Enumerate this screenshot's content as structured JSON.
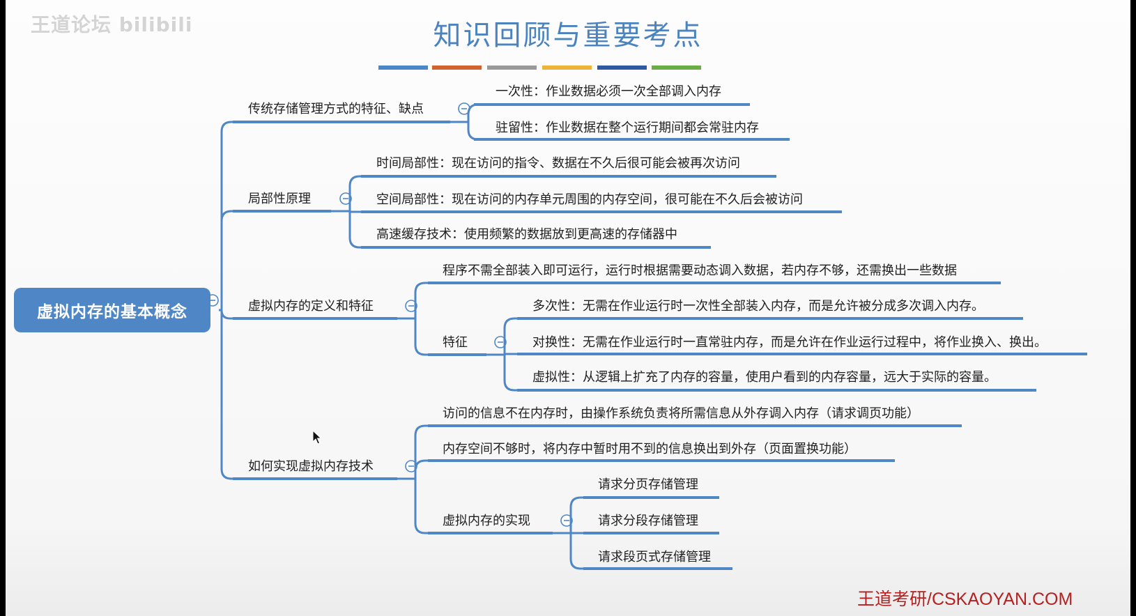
{
  "watermark": "王道论坛 bilibili",
  "title": "知识回顾与重要考点",
  "footer": "王道考研/CSKAOYAN.COM",
  "accent_colors": [
    "#4a86c8",
    "#d1632e",
    "#9a9a9a",
    "#eeb43a",
    "#2f5aa0",
    "#6aad45"
  ],
  "colors": {
    "line": "#4f86c6",
    "root_fill": "#4f86c6",
    "footer": "#b52020"
  },
  "root": "虚拟内存的基本概念",
  "branches": [
    {
      "label": "传统存储管理方式的特征、缺点",
      "children": [
        {
          "label": "一次性：作业数据必须一次全部调入内存"
        },
        {
          "label": "驻留性：作业数据在整个运行期间都会常驻内存"
        }
      ]
    },
    {
      "label": "局部性原理",
      "children": [
        {
          "label": "时间局部性：现在访问的指令、数据在不久后很可能会被再次访问"
        },
        {
          "label": "空间局部性：现在访问的内存单元周围的内存空间，很可能在不久后会被访问"
        },
        {
          "label": "高速缓存技术：使用频繁的数据放到更高速的存储器中"
        }
      ]
    },
    {
      "label": "虚拟内存的定义和特征",
      "children": [
        {
          "label": "程序不需全部装入即可运行，运行时根据需要动态调入数据，若内存不够，还需换出一些数据"
        },
        {
          "label": "特征",
          "children": [
            {
              "label": "多次性：无需在作业运行时一次性全部装入内存，而是允许被分成多次调入内存。"
            },
            {
              "label": "对换性：无需在作业运行时一直常驻内存，而是允许在作业运行过程中，将作业换入、换出。"
            },
            {
              "label": "虚拟性：从逻辑上扩充了内存的容量，使用户看到的内存容量，远大于实际的容量。"
            }
          ]
        }
      ]
    },
    {
      "label": "如何实现虚拟内存技术",
      "children": [
        {
          "label": "访问的信息不在内存时，由操作系统负责将所需信息从外存调入内存（请求调页功能）"
        },
        {
          "label": "内存空间不够时，将内存中暂时用不到的信息换出到外存（页面置换功能）"
        },
        {
          "label": "虚拟内存的实现",
          "children": [
            {
              "label": "请求分页存储管理"
            },
            {
              "label": "请求分段存储管理"
            },
            {
              "label": "请求段页式存储管理"
            }
          ]
        }
      ]
    }
  ]
}
